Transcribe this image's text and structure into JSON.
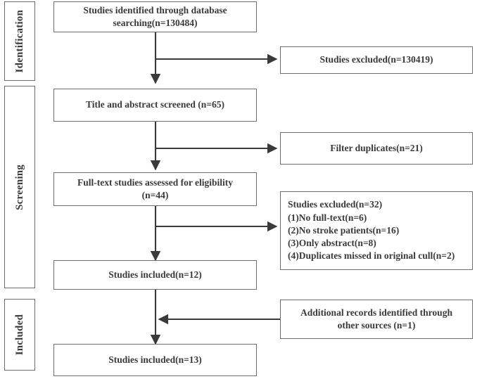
{
  "diagram": {
    "type": "prisma-flow-diagram",
    "stroke_color": "#6e6e6e",
    "text_color": "#3a3a3a",
    "background": "#ffffff",
    "stages": [
      {
        "id": "identification",
        "label": "Identification"
      },
      {
        "id": "screening",
        "label": "Screening"
      },
      {
        "id": "included",
        "label": "Included"
      }
    ],
    "nodes": {
      "database_search": "Studies identified through database\nsearching(n=130484)",
      "studies_excluded_1": "Studies excluded(n=130419)",
      "title_abstract": "Title and abstract screened (n=65)",
      "filter_duplicates": "Filter duplicates(n=21)",
      "full_text": "Full-text studies assessed for eligibility\n(n=44)",
      "studies_excluded_2": "Studies excluded(n=32)\n(1)No full-text(n=6)\n(2)No stroke patients(n=16)\n(3)Only abstract(n=8)\n(4)Duplicates missed in original cull(n=2)",
      "studies_included_12": "Studies included(n=12)",
      "additional_records": "Additional records identified through\nother sources (n=1)",
      "studies_included_13": "Studies included(n=13)"
    },
    "counts": {
      "database_search": 130484,
      "studies_excluded_1": 130419,
      "title_abstract": 65,
      "filter_duplicates": 21,
      "full_text": 44,
      "studies_excluded_2": 32,
      "excluded_no_full_text": 6,
      "excluded_no_stroke_patients": 16,
      "excluded_only_abstract": 8,
      "excluded_duplicates_missed": 2,
      "studies_included_12": 12,
      "additional_records": 1,
      "studies_included_13": 13
    }
  }
}
